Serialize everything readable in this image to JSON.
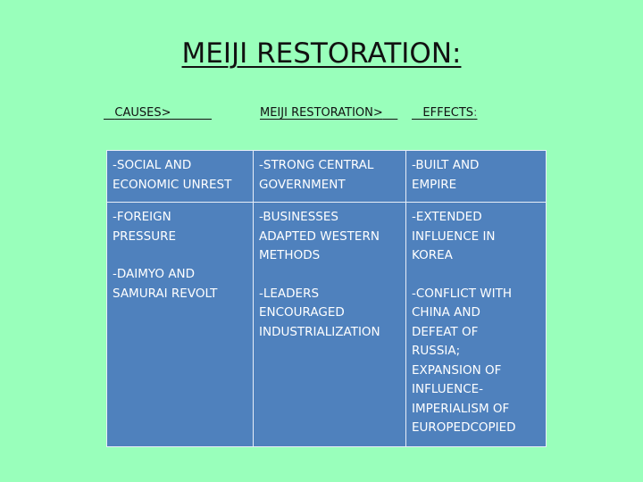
{
  "title": "MEIJI RESTORATION:",
  "headers": {
    "causes": "CAUSES>",
    "meiji": "MEIJI RESTORATION>",
    "effects": "EFFECTS",
    "effects_colon": ":"
  },
  "rows": [
    {
      "causes": [
        "-SOCIAL AND",
        "ECONOMIC UNREST"
      ],
      "meiji": [
        "-STRONG CENTRAL",
        "GOVERNMENT"
      ],
      "effects": [
        "-BUILT AND",
        "EMPIRE"
      ]
    },
    {
      "causes": [
        "-FOREIGN",
        "PRESSURE",
        "-DAIMYO AND",
        "SAMURAI REVOLT"
      ],
      "meiji": [
        "-BUSINESSES",
        "ADAPTED WESTERN",
        "METHODS",
        "-LEADERS",
        "ENCOURAGED",
        "INDUSTRIALIZATION"
      ],
      "effects": [
        "-EXTENDED",
        "INFLUENCE IN",
        "KOREA",
        "-CONFLICT WITH",
        "CHINA AND",
        "DEFEAT OF",
        "RUSSIA;",
        "EXPANSION OF",
        "INFLUENCE-",
        "IMPERIALISM OF",
        "EUROPEDCOPIED"
      ]
    }
  ],
  "colors": {
    "background": "#99ffbb",
    "table_fill": "#4f81bd",
    "table_border": "#e8eef8",
    "text": "#ffffff"
  }
}
